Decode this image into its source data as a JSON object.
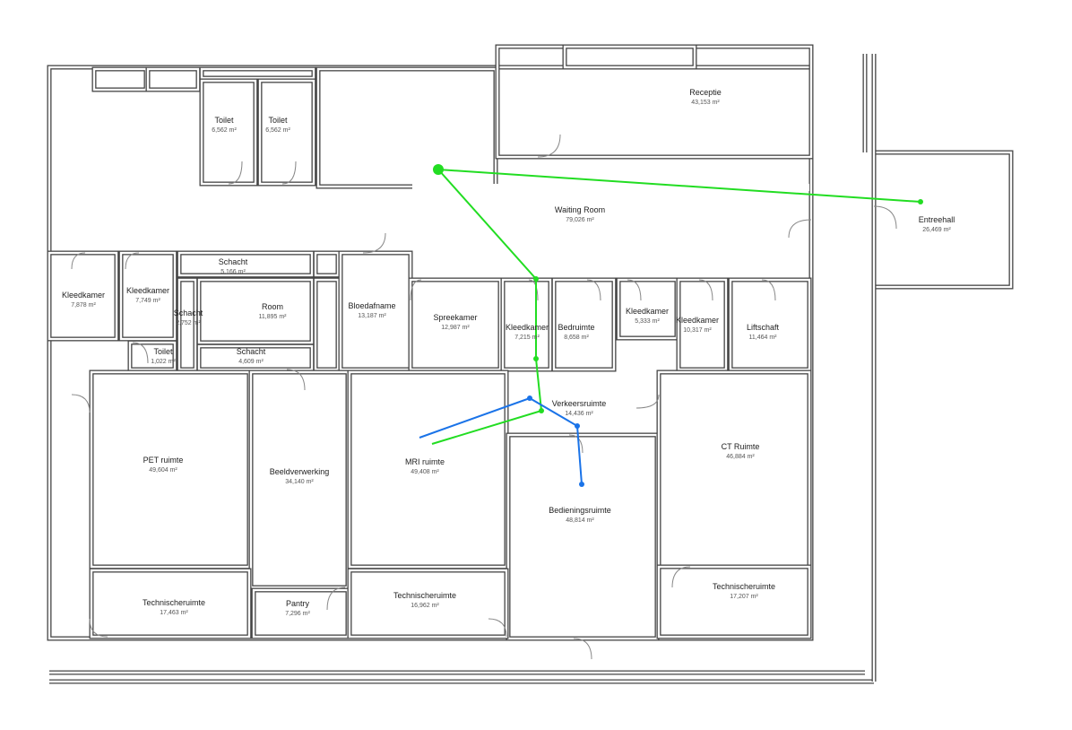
{
  "colors": {
    "wall": "#444444",
    "route_green": "#22dd22",
    "route_blue": "#1a73e8"
  },
  "rooms": [
    {
      "id": "toilet-1",
      "name": "Toilet",
      "area": "6,562 m²"
    },
    {
      "id": "toilet-2",
      "name": "Toilet",
      "area": "6,562 m²"
    },
    {
      "id": "receptie",
      "name": "Receptie",
      "area": "43,153 m²"
    },
    {
      "id": "waiting-room",
      "name": "Waiting Room",
      "area": "79,026 m²"
    },
    {
      "id": "entreehall",
      "name": "Entreehall",
      "area": "26,469 m²"
    },
    {
      "id": "kleedkamer-1",
      "name": "Kleedkamer",
      "area": "7,878 m²"
    },
    {
      "id": "kleedkamer-2",
      "name": "Kleedkamer",
      "area": "7,749 m²"
    },
    {
      "id": "schacht-1",
      "name": "Schacht",
      "area": "5,166 m²"
    },
    {
      "id": "schacht-2",
      "name": "Schacht",
      "area": "2,752 m²"
    },
    {
      "id": "room",
      "name": "Room",
      "area": "11,895 m²"
    },
    {
      "id": "schacht-3",
      "name": "Schacht",
      "area": "4,609 m²"
    },
    {
      "id": "bloedafname",
      "name": "Bloedafname",
      "area": "13,187 m²"
    },
    {
      "id": "toilet-3",
      "name": "Toilet",
      "area": "1,022 m²"
    },
    {
      "id": "spreekamer",
      "name": "Spreekamer",
      "area": "12,987 m²"
    },
    {
      "id": "kleedkamer-3",
      "name": "Kleedkamer",
      "area": "7,215 m²"
    },
    {
      "id": "bedruimte",
      "name": "Bedruimte",
      "area": "8,658 m²"
    },
    {
      "id": "kleedkamer-4",
      "name": "Kleedkamer",
      "area": "5,333 m²"
    },
    {
      "id": "kleedkamer-5",
      "name": "Kleedkamer",
      "area": "10,317 m²"
    },
    {
      "id": "liftschaft",
      "name": "Liftschaft",
      "area": "11,464 m²"
    },
    {
      "id": "verkeersruimte",
      "name": "Verkeersruimte",
      "area": "14,436 m²"
    },
    {
      "id": "pet-ruimte",
      "name": "PET ruimte",
      "area": "49,604 m²"
    },
    {
      "id": "beeldverwerking",
      "name": "Beeldverwerking",
      "area": "34,140 m²"
    },
    {
      "id": "mri-ruimte",
      "name": "MRI ruimte",
      "area": "49,408 m²"
    },
    {
      "id": "bedieningsruimte",
      "name": "Bedieningsruimte",
      "area": "48,814 m²"
    },
    {
      "id": "ct-ruimte",
      "name": "CT Ruimte",
      "area": "46,884 m²"
    },
    {
      "id": "technischeruimte-1",
      "name": "Technischeruimte",
      "area": "17,463 m²"
    },
    {
      "id": "pantry",
      "name": "Pantry",
      "area": "7,296 m²"
    },
    {
      "id": "technischeruimte-2",
      "name": "Technischeruimte",
      "area": "16,962 m²"
    },
    {
      "id": "technischeruimte-3",
      "name": "Technischeruimte",
      "area": "17,207 m²"
    }
  ]
}
